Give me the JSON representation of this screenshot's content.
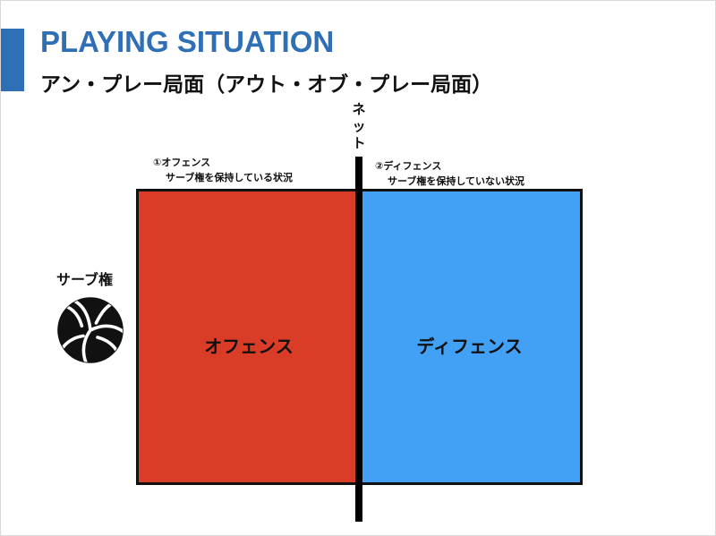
{
  "slide": {
    "title": "PLAYING SITUATION",
    "subtitle": "アン・プレー局面（アウト・オブ・プレー局面）"
  },
  "net": {
    "label_chars": [
      "ネ",
      "ッ",
      "ト"
    ]
  },
  "offense": {
    "caption_line1": "①オフェンス",
    "caption_line2": "サーブ権を保持している状況",
    "court_label": "オフェンス",
    "color": "#d93c27"
  },
  "defense": {
    "caption_line1": "②ディフェンス",
    "caption_line2": "サーブ権を保持していない状況",
    "court_label": "ディフェンス",
    "color": "#42a0f5"
  },
  "serve": {
    "label": "サーブ権",
    "icon": "volleyball-icon"
  },
  "colors": {
    "accent": "#2f6fb5",
    "net": "#000000"
  }
}
